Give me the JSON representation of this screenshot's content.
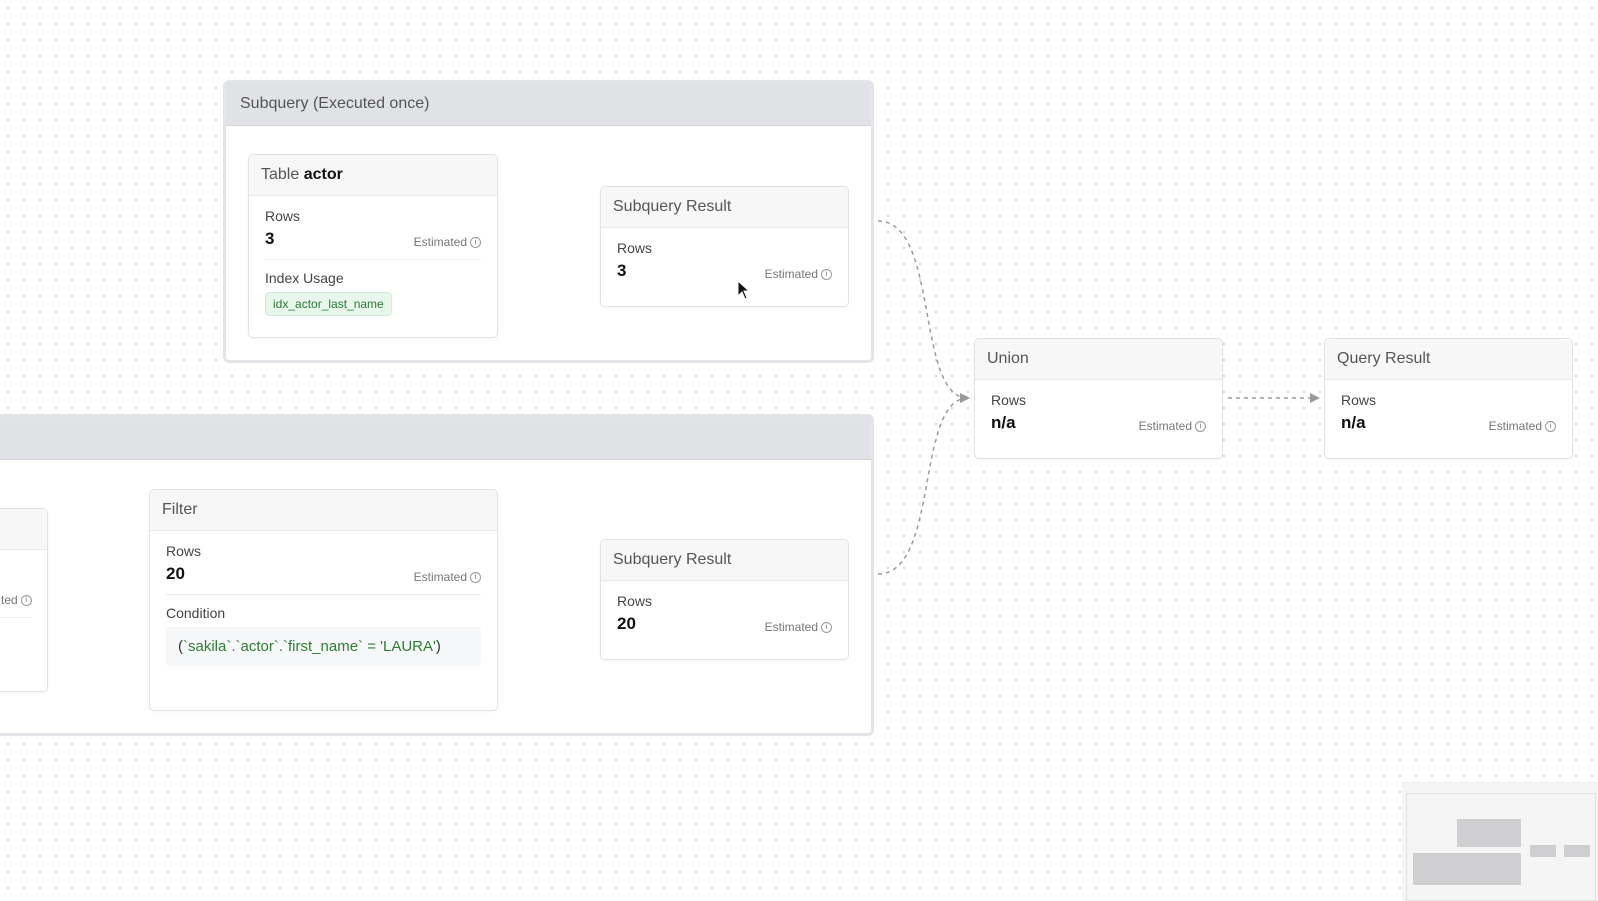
{
  "groups": {
    "top": {
      "title": "Subquery (Executed once)"
    },
    "bottom": {
      "title": ""
    }
  },
  "nodes": {
    "table_actor": {
      "prefix": "Table",
      "name": "actor",
      "rows_label": "Rows",
      "rows": "3",
      "estimated": "Estimated",
      "index_label": "Index Usage",
      "index_name": "idx_actor_last_name"
    },
    "subquery_result_top": {
      "title": "Subquery Result",
      "rows_label": "Rows",
      "rows": "3",
      "estimated": "Estimated"
    },
    "partial_left": {
      "estimated_partial": "ted"
    },
    "filter": {
      "title": "Filter",
      "rows_label": "Rows",
      "rows": "20",
      "estimated": "Estimated",
      "condition_label": "Condition",
      "condition_open": "(",
      "condition_code": "`sakila`.`actor`.`first_name` = 'LAURA'",
      "condition_close": ")"
    },
    "subquery_result_bottom": {
      "title": "Subquery Result",
      "rows_label": "Rows",
      "rows": "20",
      "estimated": "Estimated"
    },
    "union": {
      "title": "Union",
      "rows_label": "Rows",
      "rows": "n/a",
      "estimated": "Estimated"
    },
    "query_result": {
      "title": "Query Result",
      "rows_label": "Rows",
      "rows": "n/a",
      "estimated": "Estimated"
    }
  },
  "icons": {
    "info": "info-circle-icon",
    "arrow": "arrow-head-icon",
    "cursor": "mouse-pointer-icon"
  },
  "colors": {
    "group_header_bg": "#e0e2e5",
    "index_tag_bg": "#e9f6ec",
    "index_tag_text": "#2a7a3b",
    "condition_code": "#2e7d32",
    "edge": "#9a9a9a"
  }
}
